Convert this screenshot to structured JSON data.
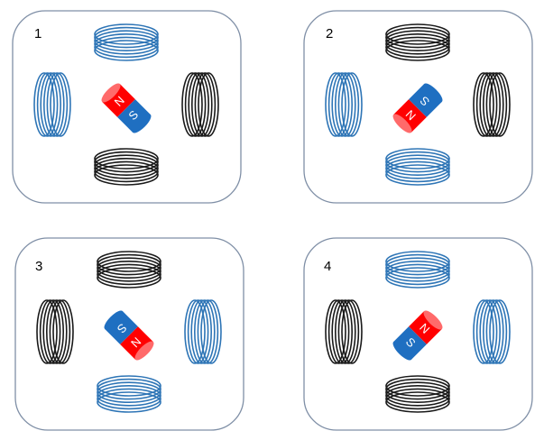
{
  "colors": {
    "active_coil": "#2e75b6",
    "inactive_coil": "#1a1a1a",
    "north_pole": "#ff0000",
    "south_pole": "#1f6fc1",
    "panel_border": "#7f8fa6"
  },
  "panels": [
    {
      "label": "1",
      "coils": {
        "top": "active",
        "left": "active",
        "right": "inactive",
        "bottom": "inactive"
      },
      "magnet": {
        "north_pole_direction": "up-left",
        "north_label": "N",
        "south_label": "S"
      }
    },
    {
      "label": "2",
      "coils": {
        "top": "inactive",
        "left": "active",
        "right": "inactive",
        "bottom": "active"
      },
      "magnet": {
        "north_pole_direction": "down-left",
        "north_label": "N",
        "south_label": "S"
      }
    },
    {
      "label": "3",
      "coils": {
        "top": "inactive",
        "left": "inactive",
        "right": "active",
        "bottom": "active"
      },
      "magnet": {
        "north_pole_direction": "down-right",
        "north_label": "N",
        "south_label": "S"
      }
    },
    {
      "label": "4",
      "coils": {
        "top": "active",
        "left": "inactive",
        "right": "active",
        "bottom": "inactive"
      },
      "magnet": {
        "north_pole_direction": "up-right",
        "north_label": "N",
        "south_label": "S"
      }
    }
  ]
}
